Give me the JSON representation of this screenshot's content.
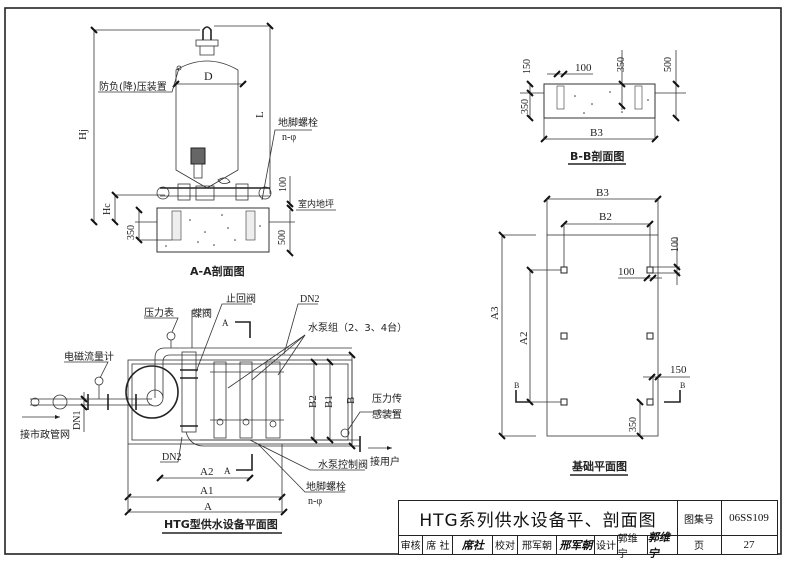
{
  "drawing": {
    "section_aa": {
      "title": "A-A剖面图",
      "labels": {
        "anti_pressure_device": "防负(降)压装置",
        "diameter": "D",
        "height_total": "Hj",
        "height_L": "L",
        "anchor_bolt": "地脚螺栓",
        "bolt_spec": "n-φ",
        "dim_100": "100",
        "height_Hc": "Hc",
        "indoor_floor": "室内地坪",
        "dim_350": "350",
        "dim_500": "500"
      }
    },
    "section_bb": {
      "title": "B-B剖面图",
      "labels": {
        "dim_150": "150",
        "dim_100": "100",
        "dim_350_top": "350",
        "dim_500": "500",
        "dim_350_left": "350",
        "width_B3": "B3"
      }
    },
    "foundation_plan": {
      "title": "基础平面图",
      "labels": {
        "width_B3": "B3",
        "width_B2": "B2",
        "dim_100_right": "100",
        "dim_100_inner": "100",
        "length_A3": "A3",
        "length_A2": "A2",
        "dim_150": "150",
        "section_mark_left": "B",
        "section_mark_right": "B",
        "dim_350": "350"
      }
    },
    "plan_view": {
      "title": "HTG型供水设备平面图",
      "labels": {
        "pressure_gauge": "压力表",
        "butterfly_valve": "蝶阀",
        "check_valve": "止回阀",
        "dn2_top": "DN2",
        "pump_group": "水泵组（2、3、4台）",
        "flow_meter": "电磁流量计",
        "dn1": "DN1",
        "municipal_inlet": "接市政管网",
        "section_mark_top": "A",
        "section_mark_bottom": "A",
        "width_B2": "B2",
        "width_B1": "B1",
        "width_B": "B",
        "pressure_sensor_line1": "压力传",
        "pressure_sensor_line2": "感装置",
        "to_user": "接用户",
        "dn2_bottom": "DN2",
        "pump_control_valve": "水泵控制阀",
        "length_A2": "A2",
        "length_A1": "A1",
        "length_A": "A",
        "anchor_bolt": "地脚螺栓",
        "bolt_spec": "n-φ"
      }
    }
  },
  "title_block": {
    "drawing_title": "HTG系列供水设备平、剖面图",
    "atlas_label": "图集号",
    "atlas_no": "06SS109",
    "review_label": "审核",
    "reviewer": "席 社",
    "reviewer_sig": "席社",
    "check_label": "校对",
    "checker": "邢军朝",
    "checker_sig": "邢军朝",
    "design_label": "设计",
    "designer": "郭维宁",
    "designer_sig": "郭维宁",
    "page_label": "页",
    "page_no": "27"
  }
}
